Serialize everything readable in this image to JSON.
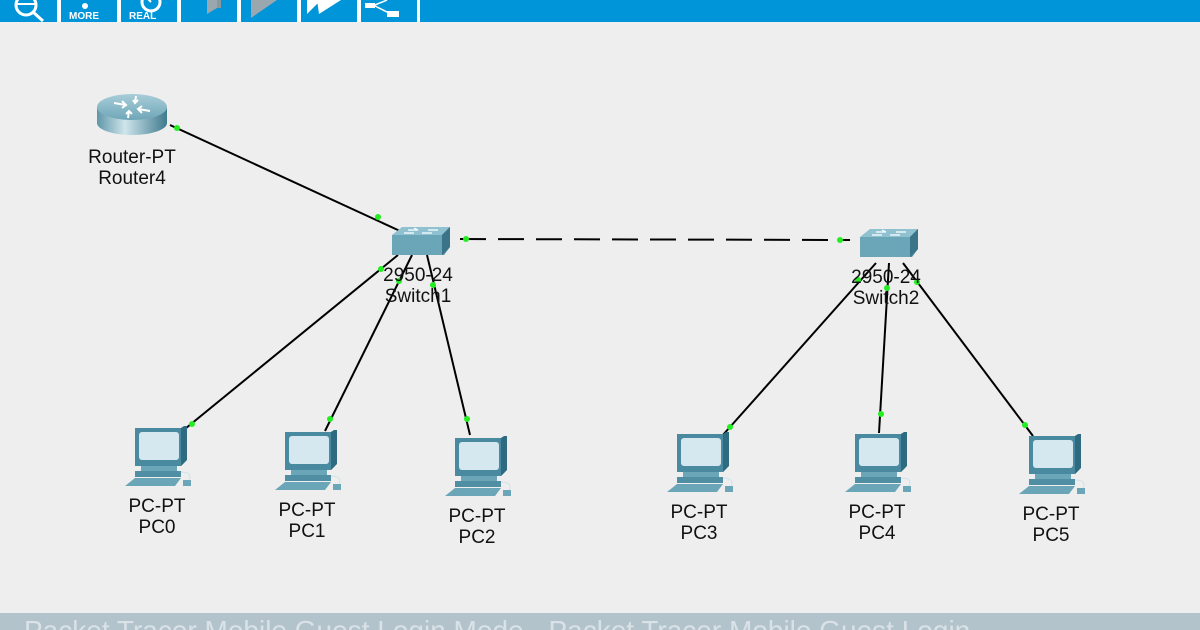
{
  "toolbar": {
    "buttons": [
      {
        "name": "zoom",
        "label": ""
      },
      {
        "name": "more",
        "label": "MORE"
      },
      {
        "name": "realtime",
        "label": "REAL"
      },
      {
        "name": "back",
        "label": ""
      },
      {
        "name": "play",
        "label": ""
      },
      {
        "name": "fast-forward",
        "label": ""
      },
      {
        "name": "topology",
        "label": ""
      }
    ],
    "accent": "#0095d9"
  },
  "devices": {
    "router4": {
      "model": "Router-PT",
      "name": "Router4"
    },
    "switch1": {
      "model": "2950-24",
      "name": "Switch1"
    },
    "switch2": {
      "model": "2950-24",
      "name": "Switch2"
    },
    "pc0": {
      "model": "PC-PT",
      "name": "PC0"
    },
    "pc1": {
      "model": "PC-PT",
      "name": "PC1"
    },
    "pc2": {
      "model": "PC-PT",
      "name": "PC2"
    },
    "pc3": {
      "model": "PC-PT",
      "name": "PC3"
    },
    "pc4": {
      "model": "PC-PT",
      "name": "PC4"
    },
    "pc5": {
      "model": "PC-PT",
      "name": "PC5"
    }
  },
  "links": [
    {
      "from": "Router4",
      "to": "Switch1",
      "type": "straight"
    },
    {
      "from": "Switch1",
      "to": "Switch2",
      "type": "crossover"
    },
    {
      "from": "Switch1",
      "to": "PC0",
      "type": "straight"
    },
    {
      "from": "Switch1",
      "to": "PC1",
      "type": "straight"
    },
    {
      "from": "Switch1",
      "to": "PC2",
      "type": "straight"
    },
    {
      "from": "Switch2",
      "to": "PC3",
      "type": "straight"
    },
    {
      "from": "Switch2",
      "to": "PC4",
      "type": "straight"
    },
    {
      "from": "Switch2",
      "to": "PC5",
      "type": "straight"
    }
  ],
  "link_status_color": "#22ee22",
  "banner": {
    "text": "Packet Tracer Mobile Guest Login Mode - Packet Tracer Mobile Guest Login"
  }
}
